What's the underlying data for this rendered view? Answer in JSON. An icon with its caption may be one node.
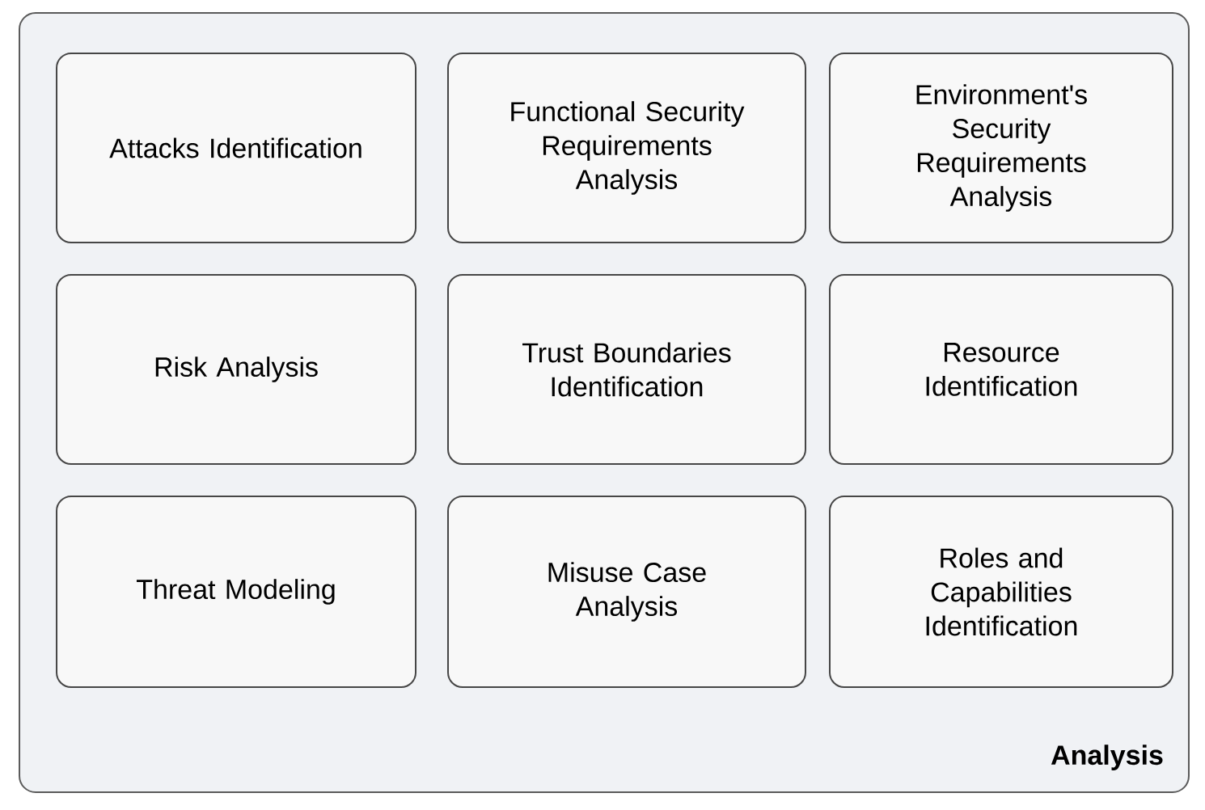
{
  "diagram": {
    "nodes": [
      {
        "text": [
          "Analysis"
        ]
      },
      {
        "text": [
          "Attacks Identification"
        ],
        "in": 0
      },
      {
        "text": [
          "Functional Security Requirements Analysis"
        ],
        "in": 0
      },
      {
        "text": [
          "Environment's Security Requirements Analysis"
        ],
        "in": 0
      },
      {
        "text": [
          "Risk Analysis"
        ],
        "in": 0
      },
      {
        "text": [
          "Trust Boundaries Identification"
        ],
        "in": 0
      },
      {
        "text": [
          "Resource Identification"
        ],
        "in": 0
      },
      {
        "text": [
          "Threat Modeling"
        ],
        "in": 0
      },
      {
        "text": [
          "Misuse Case Analysis"
        ],
        "in": 0
      },
      {
        "text": [
          "Roles and Capabilities Identification"
        ],
        "in": 0
      }
    ]
  }
}
